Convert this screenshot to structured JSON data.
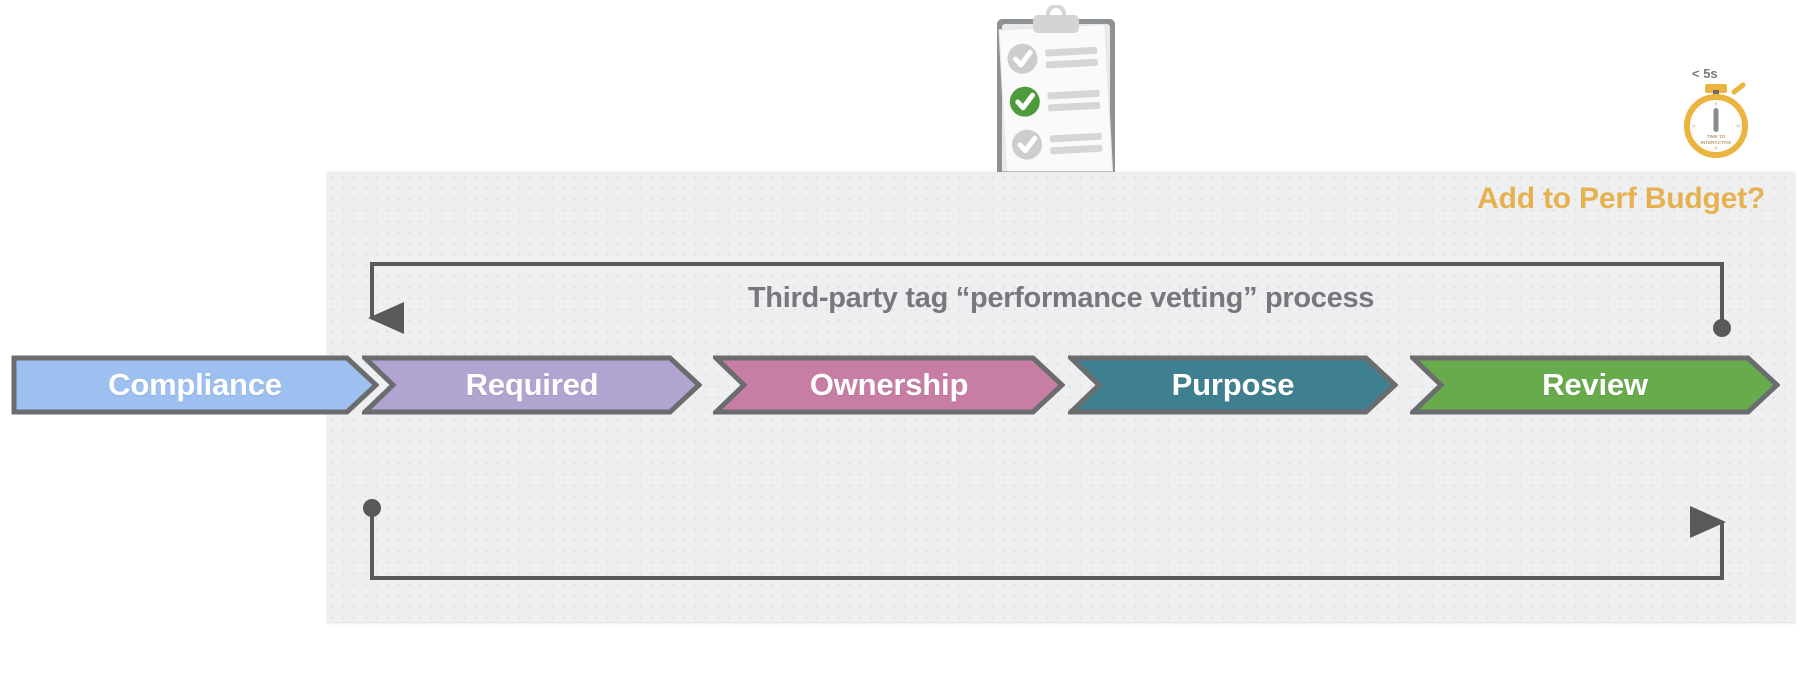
{
  "panel": {
    "perf_budget_label": "Add to Perf Budget?",
    "process_title": "Third-party tag “performance vetting” process",
    "background_color": "#eeeff1",
    "accent_color": "#e8b150",
    "title_color": "#77787b"
  },
  "flow": {
    "steps": [
      {
        "label": "Compliance",
        "color": "#9dc0f0",
        "border": "#6b6c6e",
        "shape": "flat-left-point-right"
      },
      {
        "label": "Required",
        "color": "#b2a4d0",
        "border": "#6b6c6e",
        "shape": "notch-left-point-right"
      },
      {
        "label": "Ownership",
        "color": "#c87ea4",
        "border": "#6b6c6e",
        "shape": "notch-left-point-right"
      },
      {
        "label": "Purpose",
        "color": "#3e808f",
        "border": "#6b6c6e",
        "shape": "notch-left-point-right"
      },
      {
        "label": "Review",
        "color": "#68ab4d",
        "border": "#6b6c6e",
        "shape": "notch-left-point-right"
      }
    ]
  },
  "connectors": {
    "line_color": "#58595b",
    "top_loop": {
      "from": "review-end",
      "to": "required-start",
      "start_marker": "dot",
      "end_marker": "arrowhead-down"
    },
    "bottom_loop": {
      "from": "required-start",
      "to": "review-end",
      "start_marker": "dot",
      "end_marker": "arrowhead-up"
    }
  },
  "illustrations": {
    "clipboard": {
      "name": "checklist-clipboard",
      "checked_item_index": 1,
      "item_count": 3,
      "check_color": "#4e9b3c",
      "muted_color": "#cccdcf"
    },
    "stopwatch": {
      "name": "stopwatch",
      "caption": "< 5s",
      "dial_label_line1": "TIME TO",
      "dial_label_line2": "INTERACTIVE",
      "color": "#eab43f",
      "caption_color": "#77787b"
    }
  }
}
